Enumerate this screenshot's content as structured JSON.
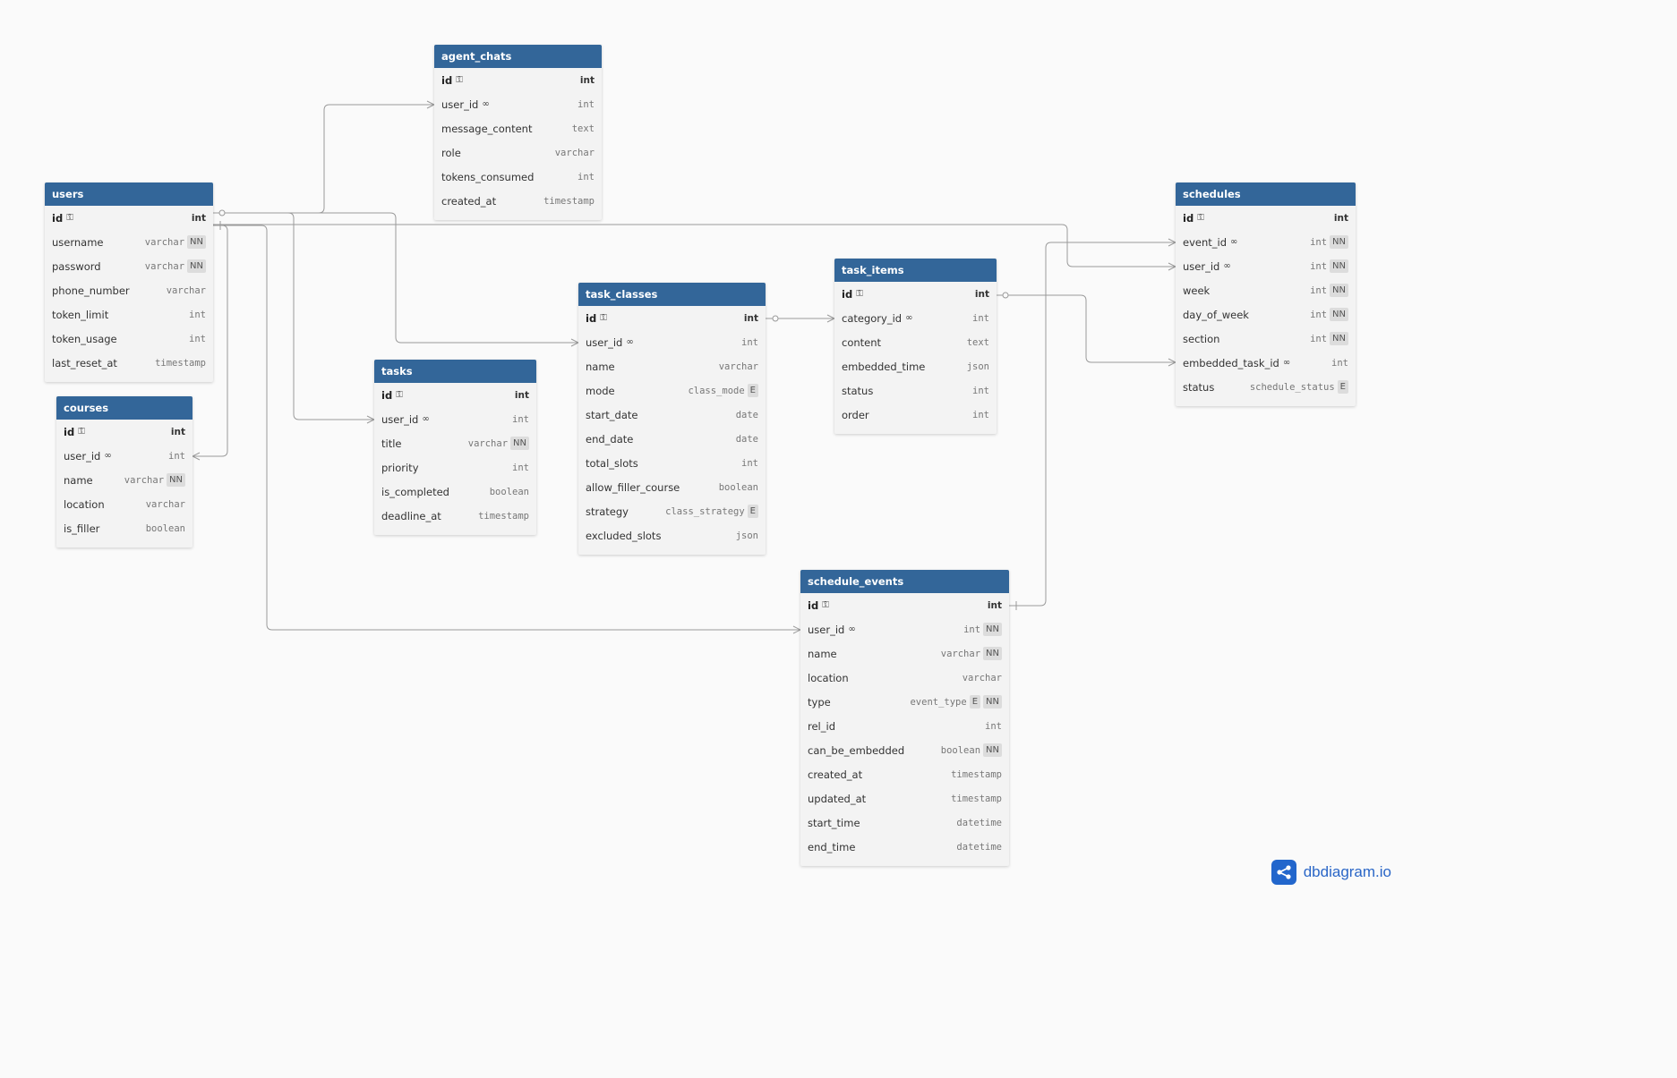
{
  "tables": [
    {
      "id": "users",
      "name": "users",
      "fields": [
        {
          "name": "id",
          "type": "int",
          "pk": true
        },
        {
          "name": "username",
          "type": "varchar",
          "tags": [
            "NN"
          ]
        },
        {
          "name": "password",
          "type": "varchar",
          "tags": [
            "NN"
          ]
        },
        {
          "name": "phone_number",
          "type": "varchar"
        },
        {
          "name": "token_limit",
          "type": "int"
        },
        {
          "name": "token_usage",
          "type": "int"
        },
        {
          "name": "last_reset_at",
          "type": "timestamp"
        }
      ]
    },
    {
      "id": "agent_chats",
      "name": "agent_chats",
      "fields": [
        {
          "name": "id",
          "type": "int",
          "pk": true
        },
        {
          "name": "user_id",
          "type": "int",
          "fk": true
        },
        {
          "name": "message_content",
          "type": "text"
        },
        {
          "name": "role",
          "type": "varchar"
        },
        {
          "name": "tokens_consumed",
          "type": "int"
        },
        {
          "name": "created_at",
          "type": "timestamp"
        }
      ]
    },
    {
      "id": "courses",
      "name": "courses",
      "fields": [
        {
          "name": "id",
          "type": "int",
          "pk": true
        },
        {
          "name": "user_id",
          "type": "int",
          "fk": true
        },
        {
          "name": "name",
          "type": "varchar",
          "tags": [
            "NN"
          ]
        },
        {
          "name": "location",
          "type": "varchar"
        },
        {
          "name": "is_filler",
          "type": "boolean"
        }
      ]
    },
    {
      "id": "tasks",
      "name": "tasks",
      "fields": [
        {
          "name": "id",
          "type": "int",
          "pk": true
        },
        {
          "name": "user_id",
          "type": "int",
          "fk": true
        },
        {
          "name": "title",
          "type": "varchar",
          "tags": [
            "NN"
          ]
        },
        {
          "name": "priority",
          "type": "int"
        },
        {
          "name": "is_completed",
          "type": "boolean"
        },
        {
          "name": "deadline_at",
          "type": "timestamp"
        }
      ]
    },
    {
      "id": "task_classes",
      "name": "task_classes",
      "fields": [
        {
          "name": "id",
          "type": "int",
          "pk": true
        },
        {
          "name": "user_id",
          "type": "int",
          "fk": true
        },
        {
          "name": "name",
          "type": "varchar"
        },
        {
          "name": "mode",
          "type": "class_mode",
          "tags": [
            "E"
          ]
        },
        {
          "name": "start_date",
          "type": "date"
        },
        {
          "name": "end_date",
          "type": "date"
        },
        {
          "name": "total_slots",
          "type": "int"
        },
        {
          "name": "allow_filler_course",
          "type": "boolean"
        },
        {
          "name": "strategy",
          "type": "class_strategy",
          "tags": [
            "E"
          ]
        },
        {
          "name": "excluded_slots",
          "type": "json"
        }
      ]
    },
    {
      "id": "task_items",
      "name": "task_items",
      "fields": [
        {
          "name": "id",
          "type": "int",
          "pk": true
        },
        {
          "name": "category_id",
          "type": "int",
          "fk": true
        },
        {
          "name": "content",
          "type": "text"
        },
        {
          "name": "embedded_time",
          "type": "json"
        },
        {
          "name": "status",
          "type": "int"
        },
        {
          "name": "order",
          "type": "int"
        }
      ]
    },
    {
      "id": "schedules",
      "name": "schedules",
      "fields": [
        {
          "name": "id",
          "type": "int",
          "pk": true
        },
        {
          "name": "event_id",
          "type": "int",
          "fk": true,
          "tags": [
            "NN"
          ]
        },
        {
          "name": "user_id",
          "type": "int",
          "fk": true,
          "tags": [
            "NN"
          ]
        },
        {
          "name": "week",
          "type": "int",
          "tags": [
            "NN"
          ]
        },
        {
          "name": "day_of_week",
          "type": "int",
          "tags": [
            "NN"
          ]
        },
        {
          "name": "section",
          "type": "int",
          "tags": [
            "NN"
          ]
        },
        {
          "name": "embedded_task_id",
          "type": "int",
          "fk": true
        },
        {
          "name": "status",
          "type": "schedule_status",
          "tags": [
            "E"
          ]
        }
      ]
    },
    {
      "id": "schedule_events",
      "name": "schedule_events",
      "fields": [
        {
          "name": "id",
          "type": "int",
          "pk": true
        },
        {
          "name": "user_id",
          "type": "int",
          "fk": true,
          "tags": [
            "NN"
          ]
        },
        {
          "name": "name",
          "type": "varchar",
          "tags": [
            "NN"
          ]
        },
        {
          "name": "location",
          "type": "varchar"
        },
        {
          "name": "type",
          "type": "event_type",
          "tags": [
            "E",
            "NN"
          ]
        },
        {
          "name": "rel_id",
          "type": "int"
        },
        {
          "name": "can_be_embedded",
          "type": "boolean",
          "tags": [
            "NN"
          ]
        },
        {
          "name": "created_at",
          "type": "timestamp"
        },
        {
          "name": "updated_at",
          "type": "timestamp"
        },
        {
          "name": "start_time",
          "type": "datetime"
        },
        {
          "name": "end_time",
          "type": "datetime"
        }
      ]
    }
  ],
  "brand": {
    "text": "dbdiagram.io",
    "icon": "share-nodes-icon",
    "color": "#2266cc"
  },
  "colors": {
    "header": "#336699",
    "line": "#999999"
  }
}
